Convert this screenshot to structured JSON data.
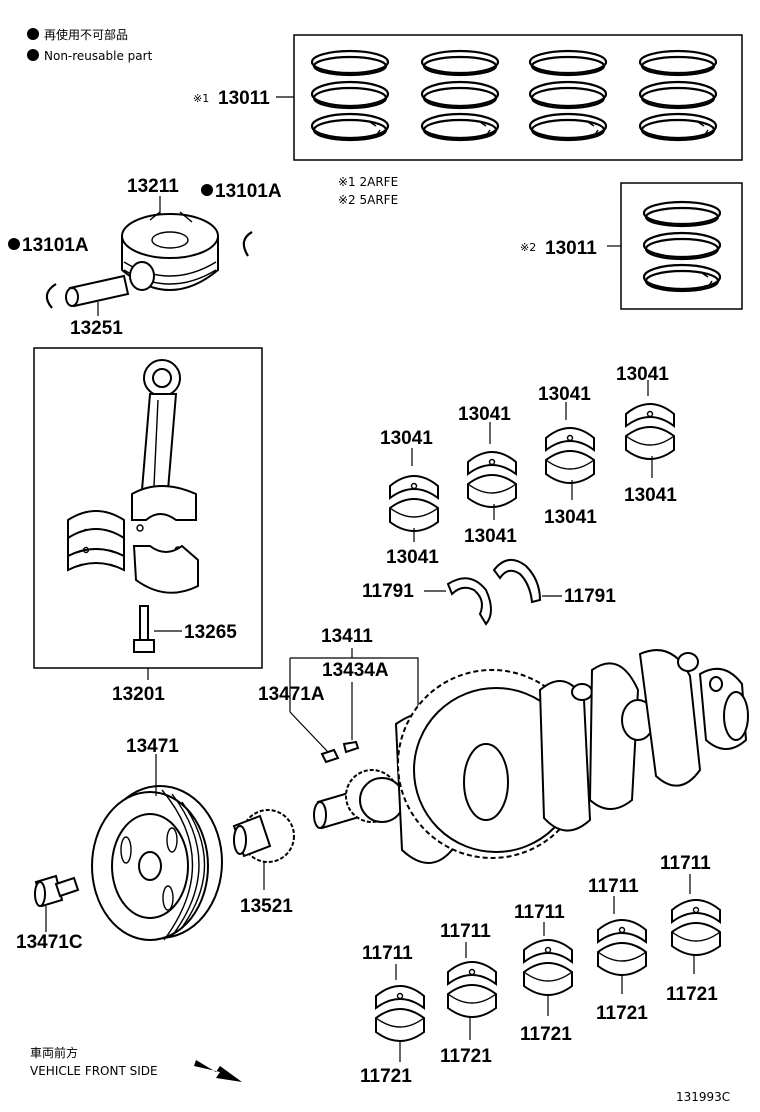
{
  "legend": {
    "jp": "再使用不可部品",
    "en": "Non-reusable part"
  },
  "variants": {
    "v1": "※1 2ARFE",
    "v2": "※2 5ARFE"
  },
  "labels": {
    "ring_set_1_prefix": "※1",
    "ring_set_1": "13011",
    "ring_set_2_prefix": "※2",
    "ring_set_2": "13011",
    "piston": "13211",
    "snap_ring_right": "13101A",
    "snap_ring_left": "13101A",
    "piston_pin": "13251",
    "conrod_bolt": "13265",
    "conrod_assy": "13201",
    "conrod_bearing": "13041",
    "thrust_washer": "11791",
    "crankshaft_assy": "13411",
    "key_a": "13434A",
    "key_b": "13471A",
    "pulley": "13471",
    "pulley_bolt": "13471C",
    "crank_sprocket": "13521",
    "main_bearing_upper": "11711",
    "main_bearing_lower": "11721"
  },
  "front_side": {
    "jp": "車両前方",
    "en": "VEHICLE FRONT SIDE"
  },
  "figure_id": "131993C"
}
